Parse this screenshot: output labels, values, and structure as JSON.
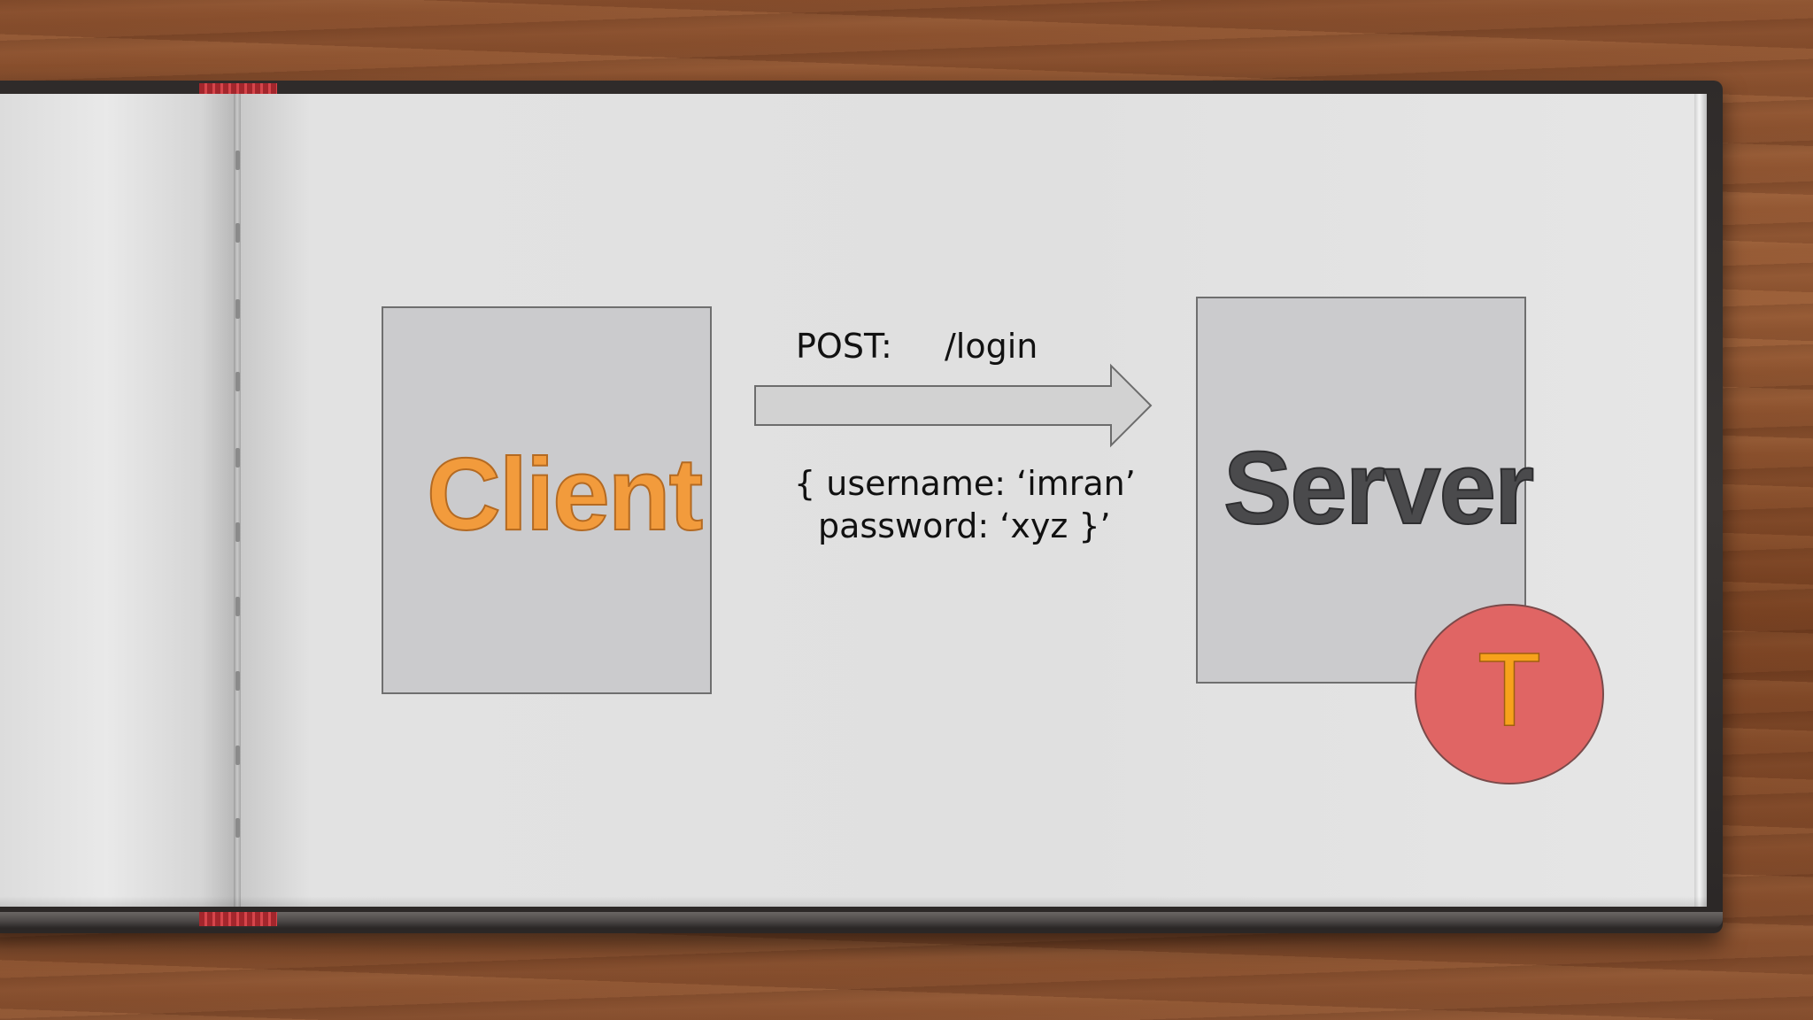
{
  "diagram": {
    "client": {
      "label": "Client"
    },
    "server": {
      "label": "Server"
    },
    "request": {
      "method": "POST:",
      "path": "/login",
      "body_line1": "{ username: ‘imran’",
      "body_line2": "password: ‘xyz }’"
    },
    "token": {
      "letter": "T"
    }
  },
  "colors": {
    "client_text": "#f29b3c",
    "server_text": "#4a4a4c",
    "token_fill": "#e06564",
    "token_letter": "#f7a21b",
    "box_fill": "#cbcbcd"
  }
}
